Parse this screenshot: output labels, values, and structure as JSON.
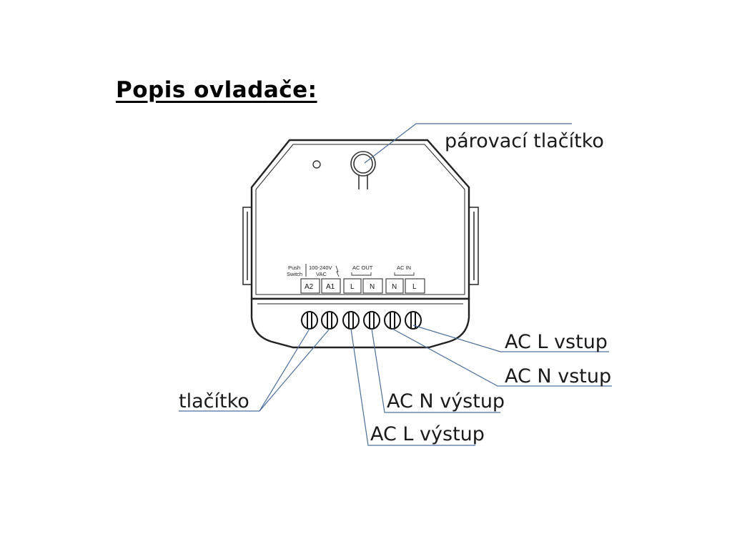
{
  "title": "Popis ovladače:",
  "device": {
    "push_switch_label": [
      "Push",
      "Switch"
    ],
    "voltage_label": [
      "100-240V",
      "VAC"
    ],
    "ac_out_label": "AC OUT",
    "ac_in_label": "AC IN",
    "terminals": [
      "A2",
      "A1",
      "L",
      "N",
      "N",
      "L"
    ]
  },
  "callouts": {
    "pairing_button": "párovací tlačítko",
    "button": "tlačítko",
    "ac_l_in": "AC L vstup",
    "ac_n_in": "AC N vstup",
    "ac_n_out": "AC N výstup",
    "ac_l_out": "AC L výstup"
  }
}
